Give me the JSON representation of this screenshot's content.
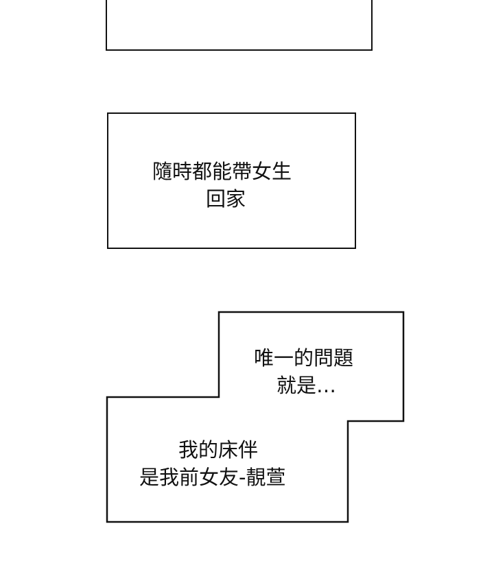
{
  "panels": [
    {
      "lines": []
    },
    {
      "lines": [
        "隨時都能帶女生",
        "回家"
      ]
    },
    {
      "lines": [
        "唯一的問題",
        "就是…"
      ]
    },
    {
      "lines": [
        "我的床伴",
        "是我前女友-靚萱"
      ]
    }
  ],
  "colors": {
    "ink": "#111111",
    "paper": "#ffffff"
  }
}
